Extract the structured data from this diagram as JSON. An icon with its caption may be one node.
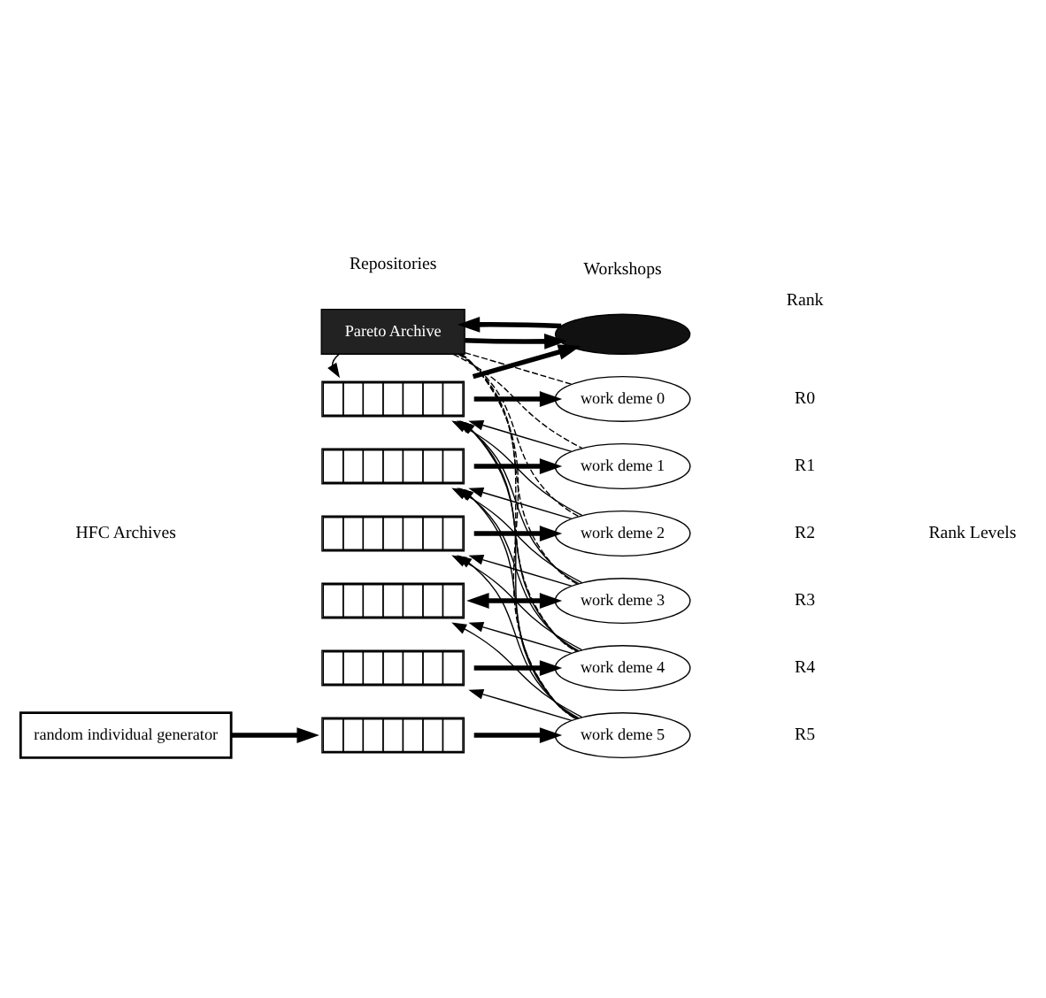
{
  "diagram": {
    "nodes": [
      {
        "text": [
          "Pareto Archive"
        ]
      },
      {
        "text": [],
        "shape": "ellipse"
      },
      {
        "text": [],
        "shape": "bar"
      },
      {
        "text": [],
        "shape": "bar"
      },
      {
        "text": [],
        "shape": "bar"
      },
      {
        "text": [],
        "shape": "bar"
      },
      {
        "text": [],
        "shape": "bar"
      },
      {
        "text": [],
        "shape": "bar"
      },
      {
        "text": [
          "work deme 0"
        ]
      },
      {
        "text": [
          "work deme 1"
        ]
      },
      {
        "text": [
          "work deme 2"
        ]
      },
      {
        "text": [
          "work deme 3"
        ]
      },
      {
        "text": [
          "work deme 4"
        ]
      },
      {
        "text": [
          "work deme 5"
        ]
      },
      {
        "text": [
          "random individual generator"
        ]
      }
    ],
    "edges": [
      {
        "from": 0,
        "to": 1,
        "arrow": "to",
        "style": "thick"
      },
      {
        "from": 1,
        "to": 0,
        "arrow": "to",
        "style": "thick"
      },
      {
        "from": 0,
        "to": 2,
        "arrow": "to"
      },
      {
        "from": 2,
        "to": 1,
        "arrow": "to",
        "style": "thick"
      },
      {
        "from": 0,
        "to": 8,
        "arrow": "none",
        "style": "dashed"
      },
      {
        "from": 0,
        "to": 9,
        "arrow": "none",
        "style": "dashed"
      },
      {
        "from": 0,
        "to": 10,
        "arrow": "none",
        "style": "dashed"
      },
      {
        "from": 0,
        "to": 11,
        "arrow": "none",
        "style": "dashed"
      },
      {
        "from": 0,
        "to": 12,
        "arrow": "none",
        "style": "dashed"
      },
      {
        "from": 0,
        "to": 13,
        "arrow": "none",
        "style": "dashed"
      },
      {
        "from": 2,
        "to": 8,
        "arrow": "to",
        "style": "thick"
      },
      {
        "from": 3,
        "to": 9,
        "arrow": "to",
        "style": "thick"
      },
      {
        "from": 4,
        "to": 10,
        "arrow": "to",
        "style": "thick"
      },
      {
        "from": 5,
        "to": 11,
        "arrow": "both",
        "style": "thick"
      },
      {
        "from": 6,
        "to": 12,
        "arrow": "to",
        "style": "thick"
      },
      {
        "from": 7,
        "to": 13,
        "arrow": "to",
        "style": "thick"
      },
      {
        "from": 9,
        "to": 2,
        "arrow": "to"
      },
      {
        "from": 10,
        "to": 2,
        "arrow": "to"
      },
      {
        "from": 10,
        "to": 3,
        "arrow": "to"
      },
      {
        "from": 11,
        "to": 2,
        "arrow": "to"
      },
      {
        "from": 11,
        "to": 3,
        "arrow": "to"
      },
      {
        "from": 11,
        "to": 4,
        "arrow": "to"
      },
      {
        "from": 12,
        "to": 2,
        "arrow": "to"
      },
      {
        "from": 12,
        "to": 3,
        "arrow": "to"
      },
      {
        "from": 12,
        "to": 4,
        "arrow": "to"
      },
      {
        "from": 12,
        "to": 5,
        "arrow": "to"
      },
      {
        "from": 13,
        "to": 2,
        "arrow": "to"
      },
      {
        "from": 13,
        "to": 3,
        "arrow": "to"
      },
      {
        "from": 13,
        "to": 4,
        "arrow": "to"
      },
      {
        "from": 13,
        "to": 5,
        "arrow": "to"
      },
      {
        "from": 13,
        "to": 6,
        "arrow": "to"
      },
      {
        "from": 14,
        "to": 7,
        "arrow": "to",
        "style": "thick"
      }
    ],
    "labels": [
      "Repositories",
      "Workshops",
      "Rank",
      "R0",
      "R1",
      "R2",
      "R3",
      "R4",
      "R5",
      "HFC Archives",
      "Rank Levels"
    ]
  }
}
